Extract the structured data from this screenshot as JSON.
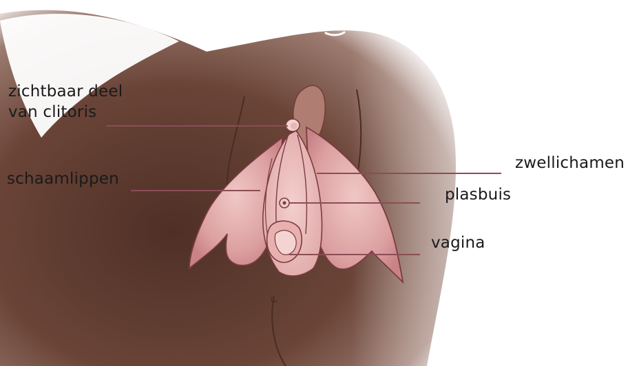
{
  "labels": {
    "clitoris_line1": "zichtbaar deel",
    "clitoris_line2": "van clitoris",
    "schaamlippen": "schaamlippen",
    "zwellichamen": "zwellichamen",
    "plasbuis": "plasbuis",
    "vagina": "vagina"
  },
  "colors": {
    "skin_dark": "#5e3b2f",
    "skin_mid": "#8a6456",
    "tissue_pink": "#d99a9c",
    "tissue_light": "#efc3c2",
    "outline": "#7a3b43",
    "leader_line": "#8b4d55",
    "text": "#1a1a1a"
  }
}
